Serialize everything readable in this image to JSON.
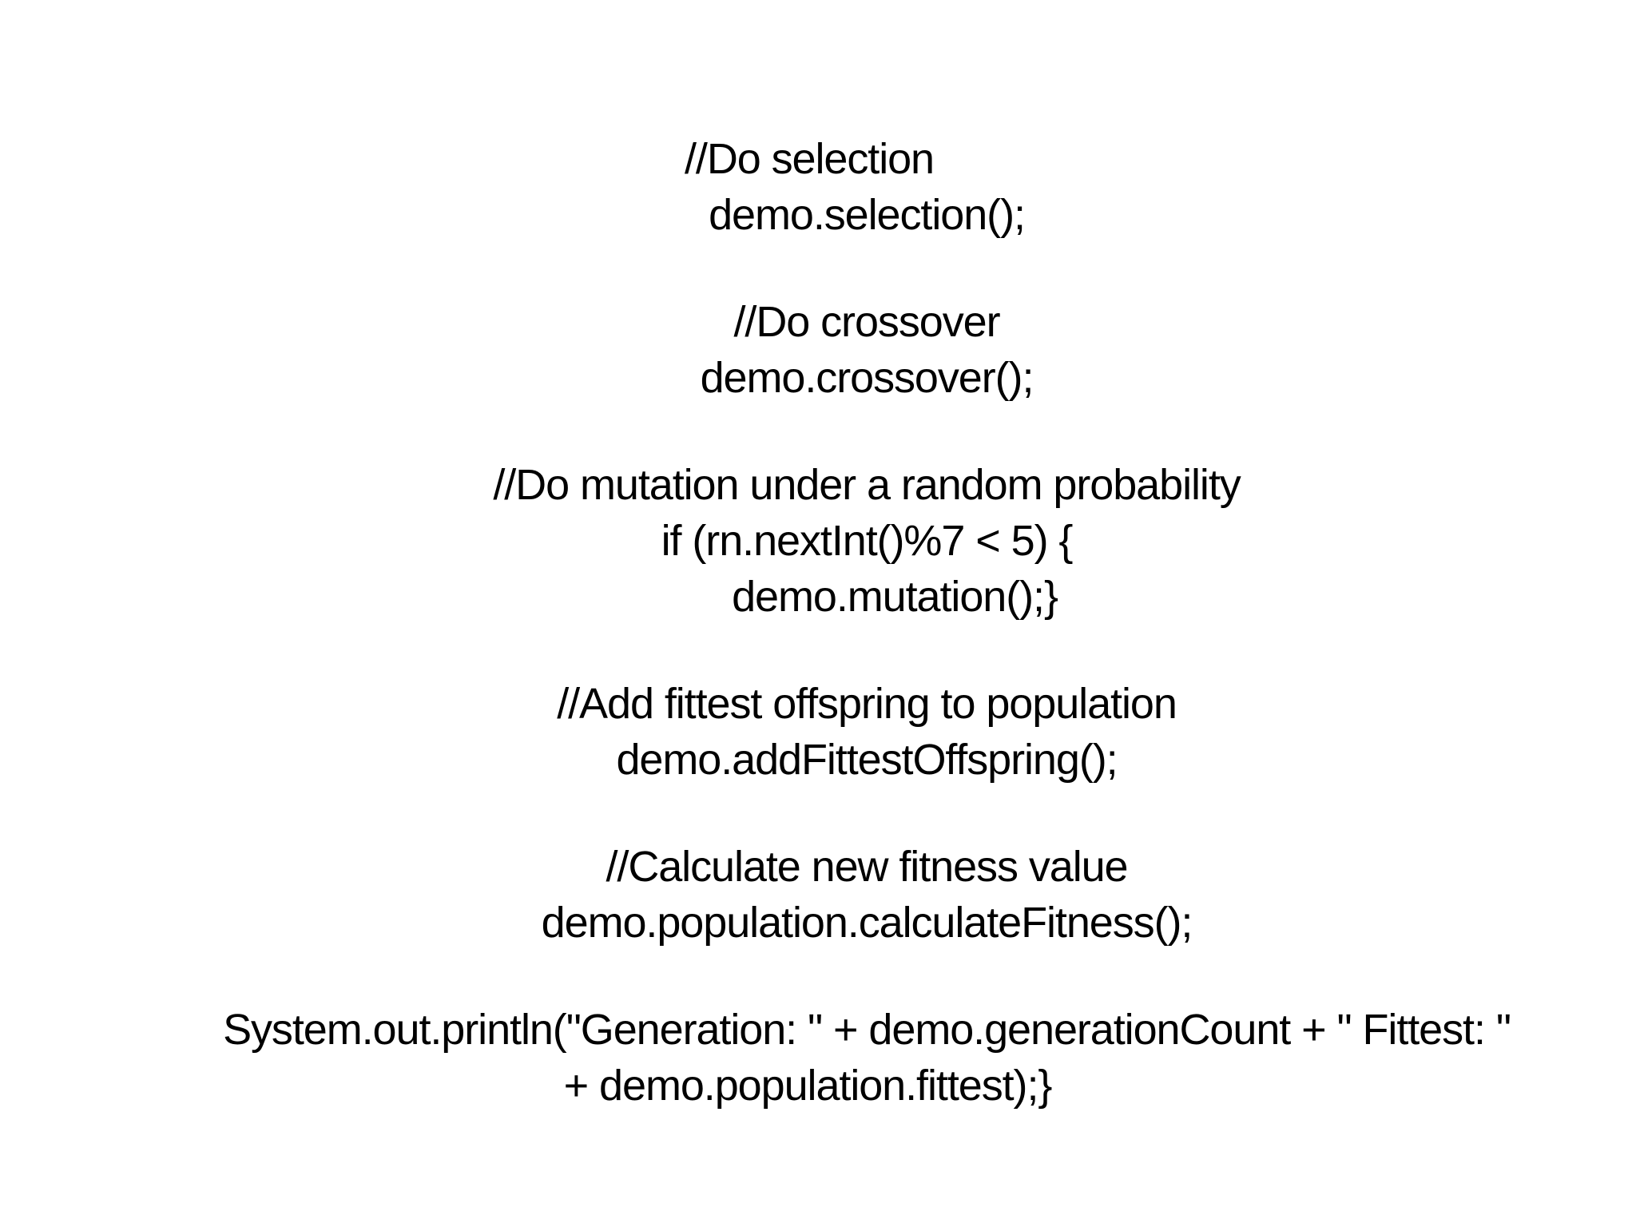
{
  "slide": {
    "background_color": "#ffffff",
    "text_color": "#000000",
    "description": "Presentation slide showing a Java genetic-algorithm code snippet"
  },
  "code_groups": [
    {
      "lines": [
        "//Do selection",
        "demo.selection();"
      ]
    },
    {
      "lines": [
        "//Do crossover",
        "demo.crossover();"
      ]
    },
    {
      "lines": [
        "//Do mutation under a random probability",
        "if (rn.nextInt()%7 < 5) {",
        "demo.mutation();}"
      ]
    },
    {
      "lines": [
        "//Add fittest offspring to population",
        "demo.addFittestOffspring();"
      ]
    },
    {
      "lines": [
        "//Calculate new fitness value",
        "demo.population.calculateFitness();"
      ]
    },
    {
      "lines": [
        "System.out.println(\"Generation: \" + demo.generationCount + \" Fittest: \"",
        "+ demo.population.fittest);}"
      ]
    }
  ]
}
